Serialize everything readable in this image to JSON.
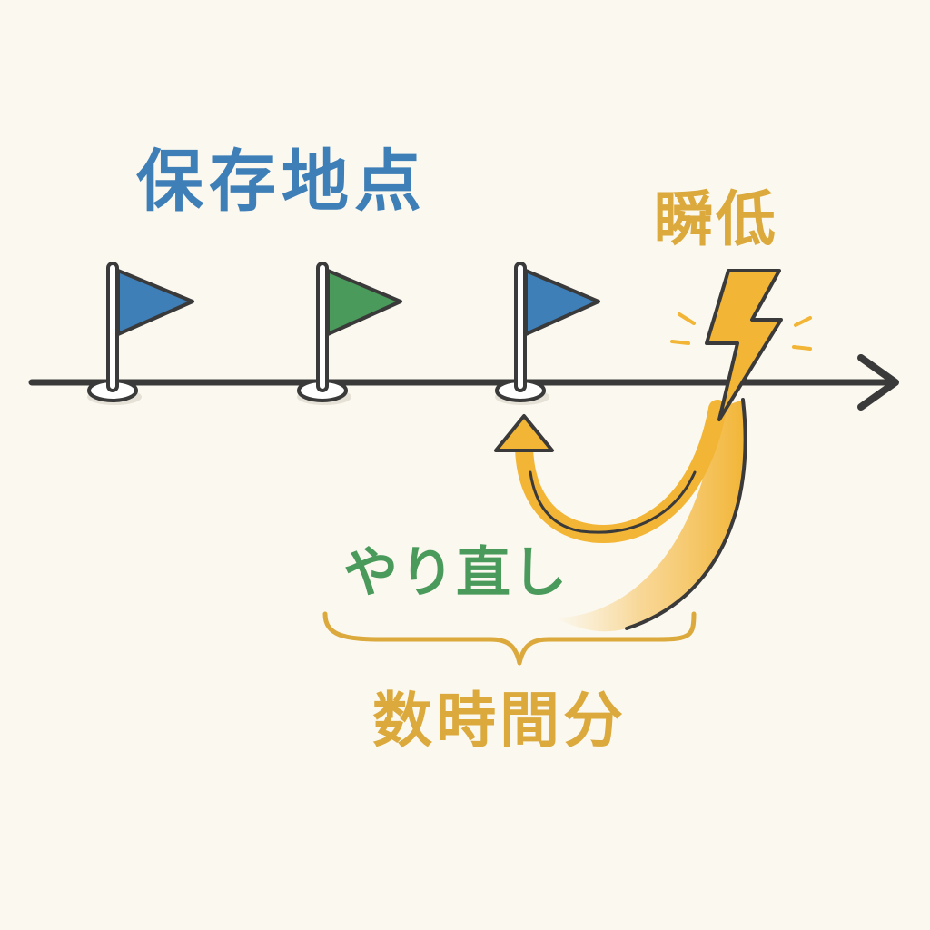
{
  "diagram": {
    "title": "保存地点",
    "outage_label": "瞬低",
    "redo_label": "やり直し",
    "lost_time_label": "数時間分",
    "checkpoints": [
      {
        "color": "#3f7fb8"
      },
      {
        "color": "#4a9a5b"
      },
      {
        "color": "#3f7fb8"
      }
    ]
  },
  "colors": {
    "background": "#fbf8ef",
    "timeline": "#3a3a3a",
    "blue": "#3f7fb8",
    "green": "#4a9a5b",
    "gold": "#dba93c",
    "bolt": "#f2b535"
  },
  "icons": [
    "flag-icon",
    "lightning-bolt-icon",
    "return-arrow-icon",
    "timeline-arrow-icon"
  ]
}
